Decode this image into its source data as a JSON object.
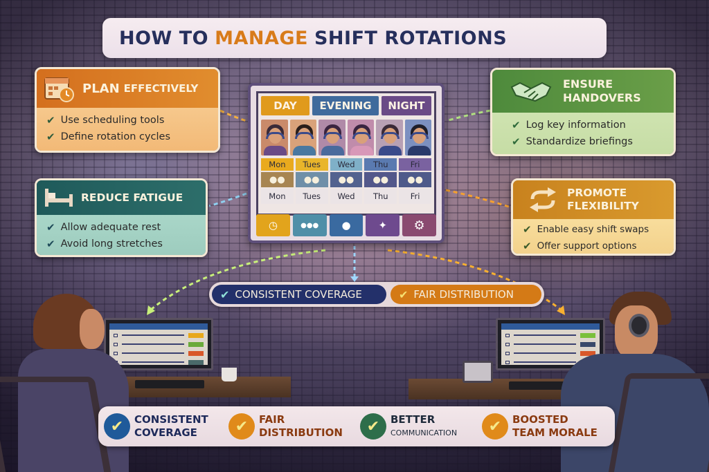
{
  "title": {
    "prefix": "HOW TO",
    "accent": "MANAGE",
    "suffix": "SHIFT ROTATIONS",
    "accent_color": "#d87b1a",
    "text_color": "#262f5c"
  },
  "cards": {
    "plan": {
      "title_bold": "PLAN",
      "title_rest": "EFFECTIVELY",
      "icon": "calendar-clock-icon",
      "items": [
        "Use scheduling tools",
        "Define rotation cycles"
      ],
      "color": "#d46f1e"
    },
    "fatigue": {
      "title": "REDUCE FATIGUE",
      "icon": "bed-icon",
      "items": [
        "Allow adequate rest",
        "Avoid long stretches"
      ],
      "color": "#1f5a5a"
    },
    "handover": {
      "title_line1": "ENSURE",
      "title_line2": "HANDOVERS",
      "icon": "handshake-icon",
      "items": [
        "Log key information",
        "Standardize briefings"
      ],
      "color": "#4e8a3c"
    },
    "flexibility": {
      "title_line1": "PROMOTE",
      "title_line2": "FLEXIBILITY",
      "icon": "swap-arrows-icon",
      "items": [
        "Enable easy shift swaps",
        "Offer support options"
      ],
      "color": "#c8821e"
    }
  },
  "schedule": {
    "shift_tabs": [
      {
        "label": "DAY",
        "color": "#e09a1c"
      },
      {
        "label": "EVENING",
        "color": "#3f6a9c"
      },
      {
        "label": "NIGHT",
        "color": "#6a4a86"
      }
    ],
    "staff": [
      {
        "bg": "#c98a6a",
        "hair": "#3a2a38",
        "shirt": "#6a4a86"
      },
      {
        "bg": "#d9a27a",
        "hair": "#2a1e1a",
        "shirt": "#4a78a0"
      },
      {
        "bg": "#b08aa8",
        "hair": "#3a2440",
        "shirt": "#4a6a9c"
      },
      {
        "bg": "#c08cab",
        "hair": "#3a2440",
        "shirt": "#d898b8"
      },
      {
        "bg": "#b8a0b4",
        "hair": "#3a2a38",
        "shirt": "#3a4a8a"
      },
      {
        "bg": "#7c90c0",
        "hair": "#1e1e2a",
        "shirt": "#2a3a6a"
      }
    ],
    "day_headers": [
      {
        "label": "Mon",
        "color": "#e9aa1e"
      },
      {
        "label": "Tues",
        "color": "#e9b52a"
      },
      {
        "label": "Wed",
        "color": "#7fb0c8"
      },
      {
        "label": "Thu",
        "color": "#5a7ab0"
      },
      {
        "label": "Fri",
        "color": "#7a62a0"
      }
    ],
    "people_row_colors": [
      "#a78552",
      "#6f8fa8",
      "#52628f",
      "#53588a",
      "#4e5a8a"
    ],
    "day_labels": [
      "Mon",
      "Tues",
      "Wed",
      "Thu",
      "Fri"
    ],
    "toolbar": [
      {
        "icon": "clock-icon",
        "glyph": "◷",
        "color": "#e2a41c"
      },
      {
        "icon": "team-icon",
        "glyph": "●●●",
        "color": "#4f8fa8"
      },
      {
        "icon": "user-icon",
        "glyph": "●",
        "color": "#3a6aa0"
      },
      {
        "icon": "group-share-icon",
        "glyph": "✦",
        "color": "#6e4a8e"
      },
      {
        "icon": "gear-icon",
        "glyph": "⚙",
        "color": "#8a4a70"
      }
    ]
  },
  "outcome_chips": [
    {
      "label": "CONSISTENT COVERAGE",
      "color": "#23306a",
      "check_color": "#8fe0d8"
    },
    {
      "label": "FAIR DISTRIBUTION",
      "color": "#d47a16",
      "check_color": "#f7e070"
    }
  ],
  "benefits": [
    {
      "line1": "CONSISTENT",
      "line2": "COVERAGE",
      "badge_color": "#1f5a9a",
      "text_color": "#1e2a5a"
    },
    {
      "line1": "FAIR",
      "line2": "DISTRIBUTION",
      "badge_color": "#e08a1a",
      "text_color": "#8a3a10"
    },
    {
      "line1": "BETTER",
      "line2": "COMMUNICATION",
      "badge_color": "#2e6e4a",
      "text_color": "#1e2a3a"
    },
    {
      "line1": "BOOSTED",
      "line2": "TEAM MORALE",
      "badge_color": "#e08a1a",
      "text_color": "#8a3a10"
    }
  ],
  "monitors": {
    "left": {
      "status_colors": [
        "#e8a81a",
        "#6aaa3a",
        "#d8582a",
        "#4a6a6a"
      ]
    },
    "right": {
      "status_colors": [
        "#7ac03a",
        "#3a4a6a",
        "#d8582a",
        "#3a7a3a"
      ]
    }
  },
  "check_glyph": "✔"
}
